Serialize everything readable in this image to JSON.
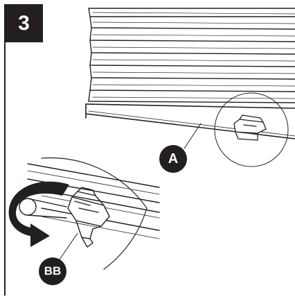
{
  "step": {
    "number": "3"
  },
  "callouts": {
    "a": "A",
    "bb": "BB"
  },
  "icons": {
    "rotation-arrow": "rotate-counterclockwise-arrow-icon"
  },
  "colors": {
    "ink": "#231f20",
    "background": "#ffffff"
  }
}
